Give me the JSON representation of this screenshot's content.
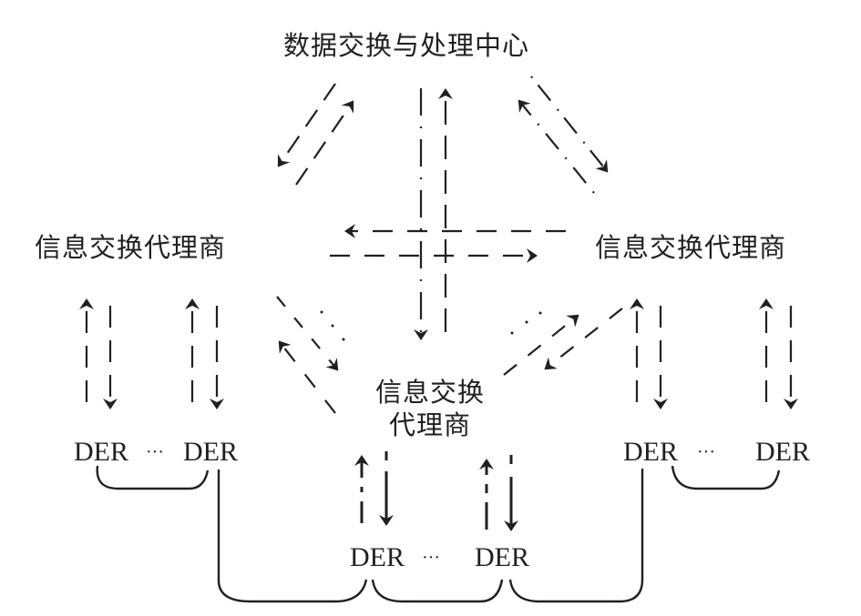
{
  "nodes": {
    "center": {
      "label": "数据交换与处理中心"
    },
    "agent_left": {
      "label": "信息交换代理商"
    },
    "agent_right": {
      "label": "信息交换代理商"
    },
    "agent_bottom": {
      "label_line1": "信息交换",
      "label_line2": "代理商"
    }
  },
  "der_groups": {
    "left": {
      "first": "DER",
      "ellipsis": "···",
      "last": "DER"
    },
    "bottom": {
      "first": "DER",
      "ellipsis": "···",
      "last": "DER"
    },
    "right": {
      "first": "DER",
      "ellipsis": "···",
      "last": "DER"
    }
  },
  "colors": {
    "ink": "#231f20",
    "background": "#ffffff"
  }
}
